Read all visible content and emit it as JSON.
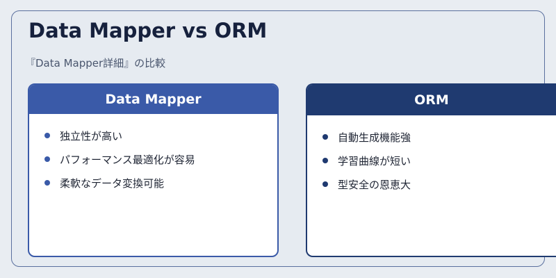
{
  "title": "Data Mapper vs ORM",
  "subtitle": "『Data Mapper詳細』の比較",
  "cards": [
    {
      "heading": "Data Mapper",
      "items": [
        "独立性が高い",
        "パフォーマンス最適化が容易",
        "柔軟なデータ変換可能"
      ]
    },
    {
      "heading": "ORM",
      "items": [
        "自動生成機能強",
        "学習曲線が短い",
        "型安全の恩恵大"
      ]
    }
  ],
  "colors": {
    "data_mapper_accent": "#3a5aa8",
    "orm_accent": "#1f3a70",
    "title_text": "#16213d"
  }
}
